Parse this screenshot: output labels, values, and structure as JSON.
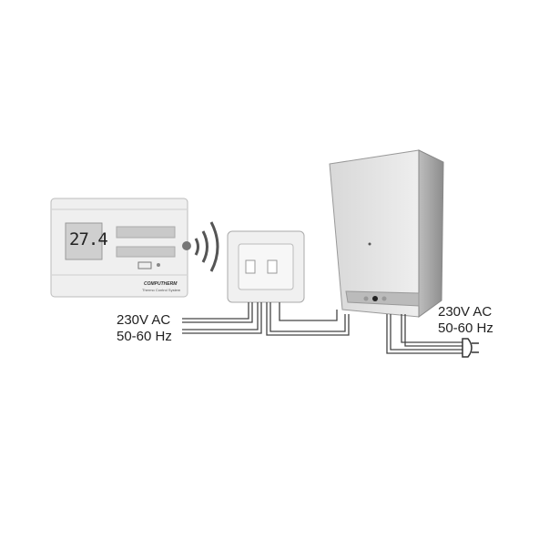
{
  "thermostat": {
    "display_value": "27.4",
    "brand": "COMPUTHERM",
    "tagline": "Thermo Control System"
  },
  "labels": {
    "receiver_power": {
      "voltage": "230V AC",
      "frequency": "50-60 Hz"
    },
    "boiler_power": {
      "voltage": "230V AC",
      "frequency": "50-60 Hz"
    }
  }
}
